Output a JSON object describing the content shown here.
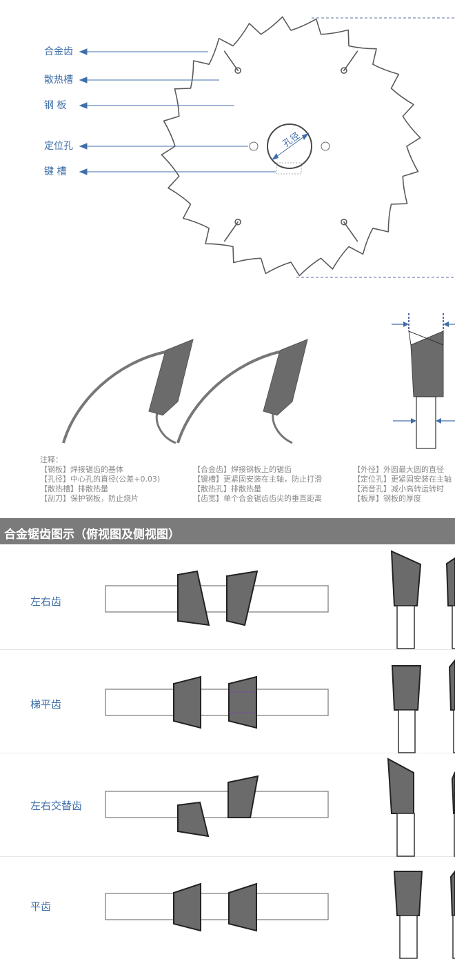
{
  "blade_labels": [
    "合金齿",
    "散热槽",
    "钢  板",
    "定位孔",
    "键  槽"
  ],
  "bore_label": "孔径",
  "notes": {
    "header": "注释：",
    "columns": [
      [
        "【钢板】焊接锯齿的基体",
        "【孔径】中心孔的直径(公差+0.03)",
        "【散热槽】排散热量",
        "【刮刀】保护钢板，防止烧片"
      ],
      [
        "【合金齿】焊接钢板上的锯齿",
        "【键槽】更紧固安装在主轴，防止打滑",
        "【散热孔】排散热量",
        "【齿宽】单个合金锯齿齿尖的垂直距离"
      ],
      [
        "【外径】外圆最大圆的直径",
        "【定位孔】更紧固安装在主轴",
        "【消音孔】减小高转运转时",
        "【板厚】钢板的厚度"
      ]
    ]
  },
  "section_title": "合金锯齿图示（俯视图及侧视图）",
  "tooth_types": [
    "左右齿",
    "梯平齿",
    "左右交替齿",
    "平齿"
  ],
  "colors": {
    "accent_blue": "#3f6fa8",
    "tooth_fill": "#6b6b6b",
    "band": "#7b7b7b",
    "line": "#777777"
  }
}
